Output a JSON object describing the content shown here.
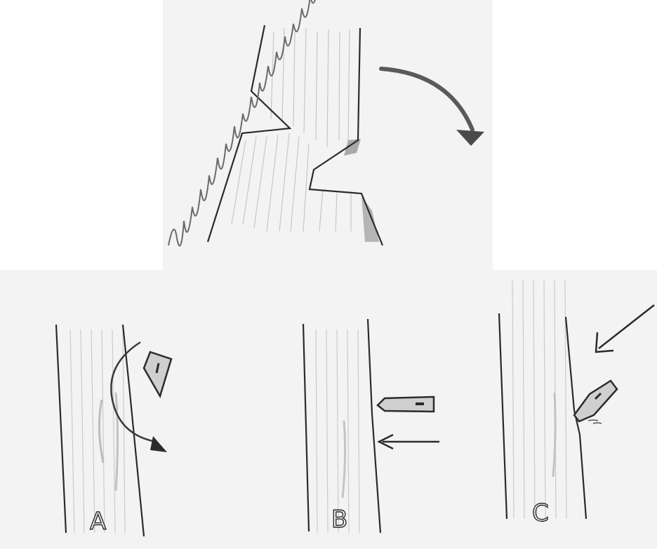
{
  "panels": {
    "top": {
      "id": "felling-cut"
    },
    "bottom": [
      {
        "id": "a",
        "label": "A"
      },
      {
        "id": "b",
        "label": "B"
      },
      {
        "id": "c",
        "label": "C"
      }
    ]
  },
  "colors": {
    "paper": "#f3f3f3",
    "ink": "#2b2b2b",
    "pencil": "#b8b8b8",
    "arrow": "#5a5a5a",
    "grass": "#6a6a6a"
  }
}
